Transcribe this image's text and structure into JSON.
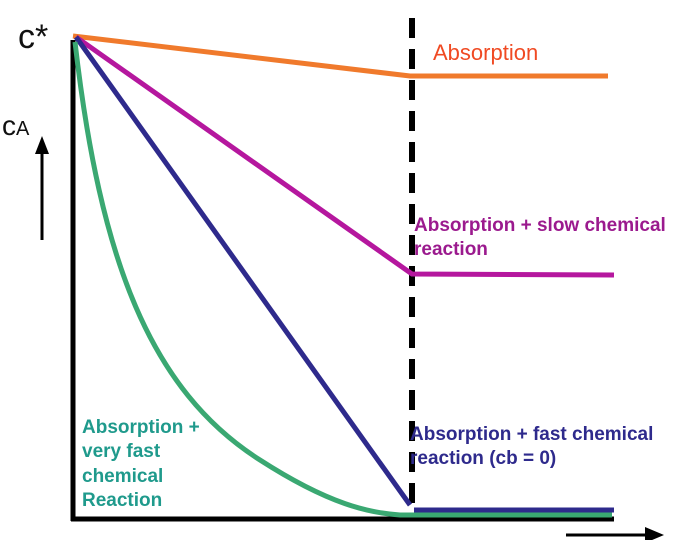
{
  "diagram": {
    "y_label_main": "c",
    "y_label_sub": "A",
    "c_star_label": "c*",
    "curves": [
      {
        "id": "absorption",
        "color": "#f07a2c",
        "label_lines": [
          "Absorption"
        ]
      },
      {
        "id": "slow",
        "color": "#b5179e",
        "label_lines": [
          "Absorption + slow chemical",
          "reaction"
        ]
      },
      {
        "id": "fast",
        "color": "#2e2a8c",
        "label_lines": [
          "Absorption + fast chemical",
          "reaction (cb = 0)"
        ]
      },
      {
        "id": "very-fast",
        "color": "#3aa872",
        "label_lines": [
          "Absorption +",
          "very fast",
          "chemical",
          "Reaction"
        ]
      }
    ],
    "label_colors": {
      "absorption": "#f04a23",
      "slow": "#9b1a8e",
      "fast": "#2e2a8c",
      "very_fast": "#1f9a8c"
    }
  }
}
